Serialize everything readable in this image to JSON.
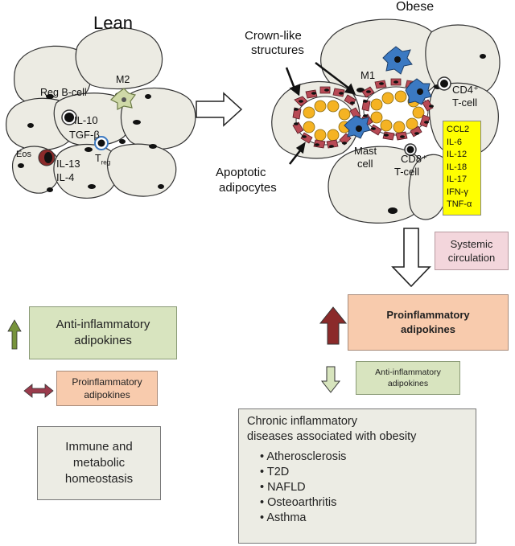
{
  "diagram": {
    "lean_title": "Lean",
    "obese_title": "Obese",
    "lean_cells": {
      "reg_b_cell": "Reg B-cell",
      "m2": "M2",
      "il10": "IL-10",
      "tgfb": "TGF-β",
      "eos": "Eos",
      "il13": "IL-13",
      "il4": "IL-4",
      "treg": "T",
      "treg_sub": "reg"
    },
    "obese_cells": {
      "crown_like": [
        "Crown-like",
        "structures"
      ],
      "m1": "M1",
      "cd4": [
        "CD4⁺",
        "T-cell"
      ],
      "mast": [
        "Mast",
        "cell"
      ],
      "cd8": [
        "CD8⁺",
        "T-cell"
      ],
      "apoptotic": [
        "Apoptotic",
        "adipocytes"
      ]
    },
    "cytokines": [
      "CCL2",
      "IL-6",
      "IL-12",
      "IL-18",
      "IL-17",
      "IFN-γ",
      "TNF-α"
    ],
    "systemic_circulation": [
      "Systemic",
      "circulation"
    ],
    "lean_effects": {
      "anti_inflammatory": [
        "Anti-inflammatory",
        "adipokines"
      ],
      "proinflammatory": [
        "Proinflammatory",
        "adipokines"
      ],
      "homeostasis": [
        "Immune and",
        "metabolic",
        "homeostasis"
      ]
    },
    "obese_effects": {
      "proinflammatory": [
        "Proinflammatory",
        "adipokines"
      ],
      "anti_inflammatory": [
        "Anti-inflammatory",
        "adipokines"
      ]
    },
    "chronic": {
      "title": [
        "Chronic inflammatory",
        "diseases associated with obesity"
      ],
      "diseases": [
        "Atherosclerosis",
        "T2D",
        "NAFLD",
        "Osteoarthritis",
        "Asthma"
      ]
    },
    "colors": {
      "adipocyte_fill": "#ecebe3",
      "macrophage_red": "#b84a55",
      "lipid_yellow": "#f5b323",
      "m1_blue": "#3b79c2",
      "m2_green": "#cfd9a8",
      "up_arrow_green": "#77933c",
      "up_arrow_red": "#8b2a2a",
      "down_arrow_green": "#d7e4bd"
    }
  }
}
